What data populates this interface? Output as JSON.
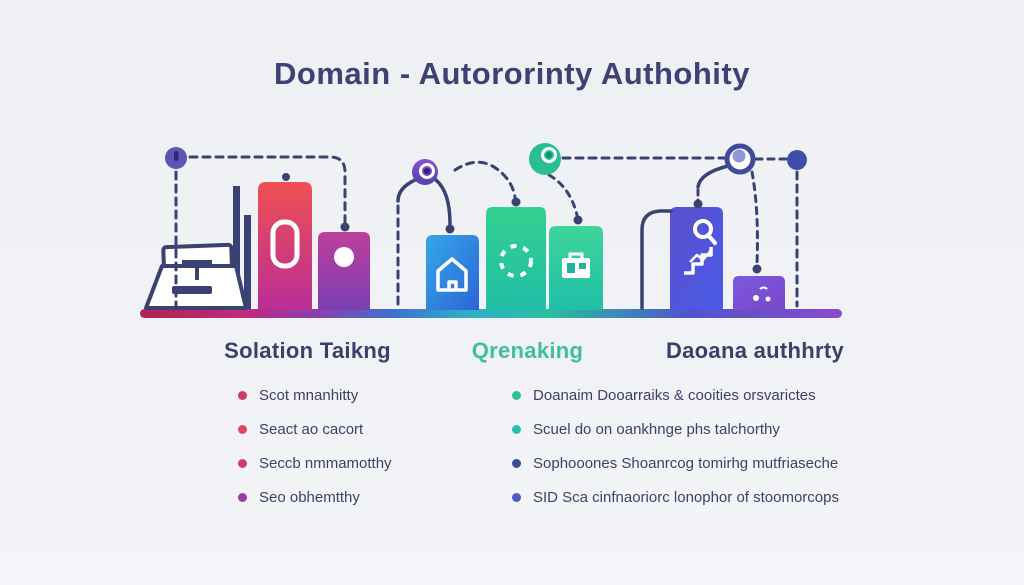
{
  "title": "Domain - Autororinty Authohity",
  "headings": [
    {
      "label": "Solation Taikng",
      "color": "#3b3f6a"
    },
    {
      "label": "Qrenaking",
      "color": "#3fbf9f"
    },
    {
      "label": "Daoana authhrty",
      "color": "#3b3f6a"
    }
  ],
  "bullets": {
    "left": [
      {
        "text": "Scot mnanhitty",
        "dot_color": "#cf3a66"
      },
      {
        "text": "Seact ao cacort",
        "dot_color": "#e0485f"
      },
      {
        "text": "Seccb nmmamotthy",
        "dot_color": "#cf3a78"
      },
      {
        "text": "Seo obhemtthy",
        "dot_color": "#993d9e"
      }
    ],
    "right": [
      {
        "text": "Doanaim Dooarraiks & cooities orsvarictes",
        "dot_color": "#2dbf9c"
      },
      {
        "text": "Scuel do on oankhnge phs talchorthy",
        "dot_color": "#29c0b2"
      },
      {
        "text": "Sophooones Shoanrcog tomirhg mutfriaseche",
        "dot_color": "#3c4a9c"
      },
      {
        "text": "SID Sca cinfnaoriorc lonophor of stoomorcops",
        "dot_color": "#4f5ac8"
      }
    ]
  },
  "illustration": {
    "baseline_gradient": [
      "#b22350",
      "#c22a7e",
      "#8a3fae",
      "#3f6fd0",
      "#2fb0c8",
      "#2abf9f",
      "#4f55cc",
      "#8a4ac8"
    ],
    "connector_color": "#3a4273",
    "bars": [
      {
        "id": "laptop",
        "icon": "laptop-icon",
        "colors": [
          "#ffffff",
          "#3a4273"
        ]
      },
      {
        "id": "bar-red",
        "icon": "rounded-zero-icon",
        "colors": [
          "#ef5052",
          "#b92e96"
        ]
      },
      {
        "id": "bar-magenta",
        "icon": "dot-icon",
        "colors": [
          "#bb3f9b",
          "#7a3fb2"
        ]
      },
      {
        "id": "bar-blue",
        "icon": "home-icon",
        "colors": [
          "#35a8e8",
          "#2d64d6"
        ]
      },
      {
        "id": "bar-green-tall",
        "icon": "dashed-ring-icon",
        "colors": [
          "#32d18e",
          "#22bda6"
        ]
      },
      {
        "id": "bar-green-short",
        "icon": "briefcase-icon",
        "colors": [
          "#3fd49a",
          "#1fbfa8"
        ]
      },
      {
        "id": "bar-indigo-tall",
        "icon": "search-growth-icon",
        "colors": [
          "#5a50cc",
          "#4a5ae8"
        ]
      },
      {
        "id": "bar-violet-short",
        "icon": "sparkle-icon",
        "colors": [
          "#7a5ae0",
          "#7a46c8"
        ]
      }
    ],
    "nodes": [
      "node-purple-left",
      "node-purple-mid",
      "node-green",
      "node-ring",
      "node-solid-indigo"
    ]
  },
  "colors": {
    "background": "#eff1f5",
    "title_text": "#3c4273",
    "heading_text": "#3b3f6a",
    "heading_accent_green": "#3fbf9f",
    "body_text": "#3c4266"
  }
}
